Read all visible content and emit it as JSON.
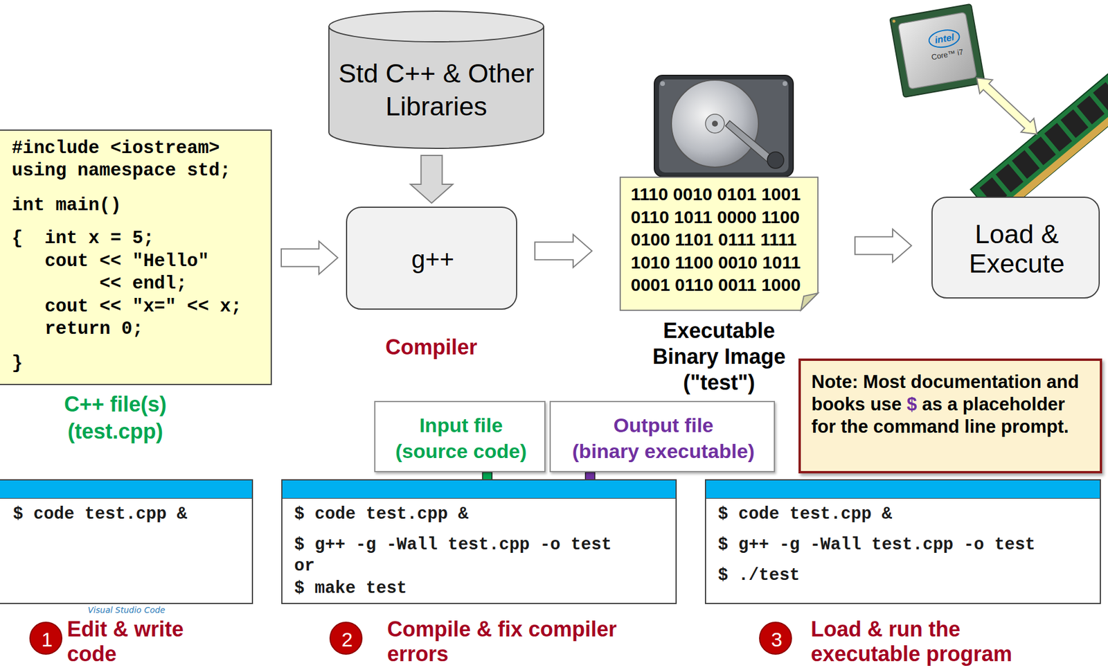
{
  "diagram": {
    "nodes": [
      {
        "text": [
          "#include <iostream>",
          "using namespace std;",
          "int main()",
          "{  int x = 5;",
          "cout << \"Hello\"",
          "<< endl;",
          "cout << \"x=\" << x;",
          "return 0;",
          "}",
          "C++ file(s) (test.cpp)"
        ]
      },
      {
        "text": [
          "Std C++ & Other Libraries"
        ]
      },
      {
        "text": [
          "g++",
          "Compiler"
        ]
      },
      {
        "text": [
          "1110 0010 0101 1001",
          "0110 1011 0000 1100",
          "0100 1101 0111 1111",
          "1010 1100 0010 1011",
          "0001 0110 0011 1000",
          "Executable Binary Image (\"test\")"
        ]
      },
      {
        "text": [
          "Load & Execute"
        ]
      },
      {
        "text": [
          "Note: Most documentation and books use",
          "$",
          "as a placeholder for the command line prompt."
        ]
      },
      {
        "text": [
          "Input file",
          "(source code)"
        ]
      },
      {
        "text": [
          "Output file",
          "(binary executable)"
        ]
      },
      {
        "text": [
          "$ code test.cpp &"
        ]
      },
      {
        "text": [
          "$ code test.cpp &",
          "$ g++ -g -Wall test.cpp -o test",
          "or",
          "$ make test"
        ]
      },
      {
        "text": [
          "$ code test.cpp &",
          "$ g++ -g -Wall test.cpp -o test",
          "$ ./test"
        ]
      },
      {
        "text": [
          "1"
        ]
      },
      {
        "text": [
          "2"
        ]
      },
      {
        "text": [
          "3"
        ]
      }
    ],
    "edges": [
      {
        "from": 0,
        "to": 2,
        "arrow": "to"
      },
      {
        "from": 1,
        "to": 2,
        "arrow": "to"
      },
      {
        "from": 2,
        "to": 3,
        "arrow": "to"
      },
      {
        "from": 3,
        "to": 4,
        "arrow": "to"
      },
      {
        "from": 6,
        "to": 9,
        "arrow": "to"
      },
      {
        "from": 7,
        "to": 9,
        "arrow": "to"
      }
    ],
    "labels": [
      "intel",
      "Core™ i7",
      "Visual Studio Code",
      "Edit & write code",
      "Compile & fix compiler errors",
      "Load & run the executable program"
    ]
  }
}
